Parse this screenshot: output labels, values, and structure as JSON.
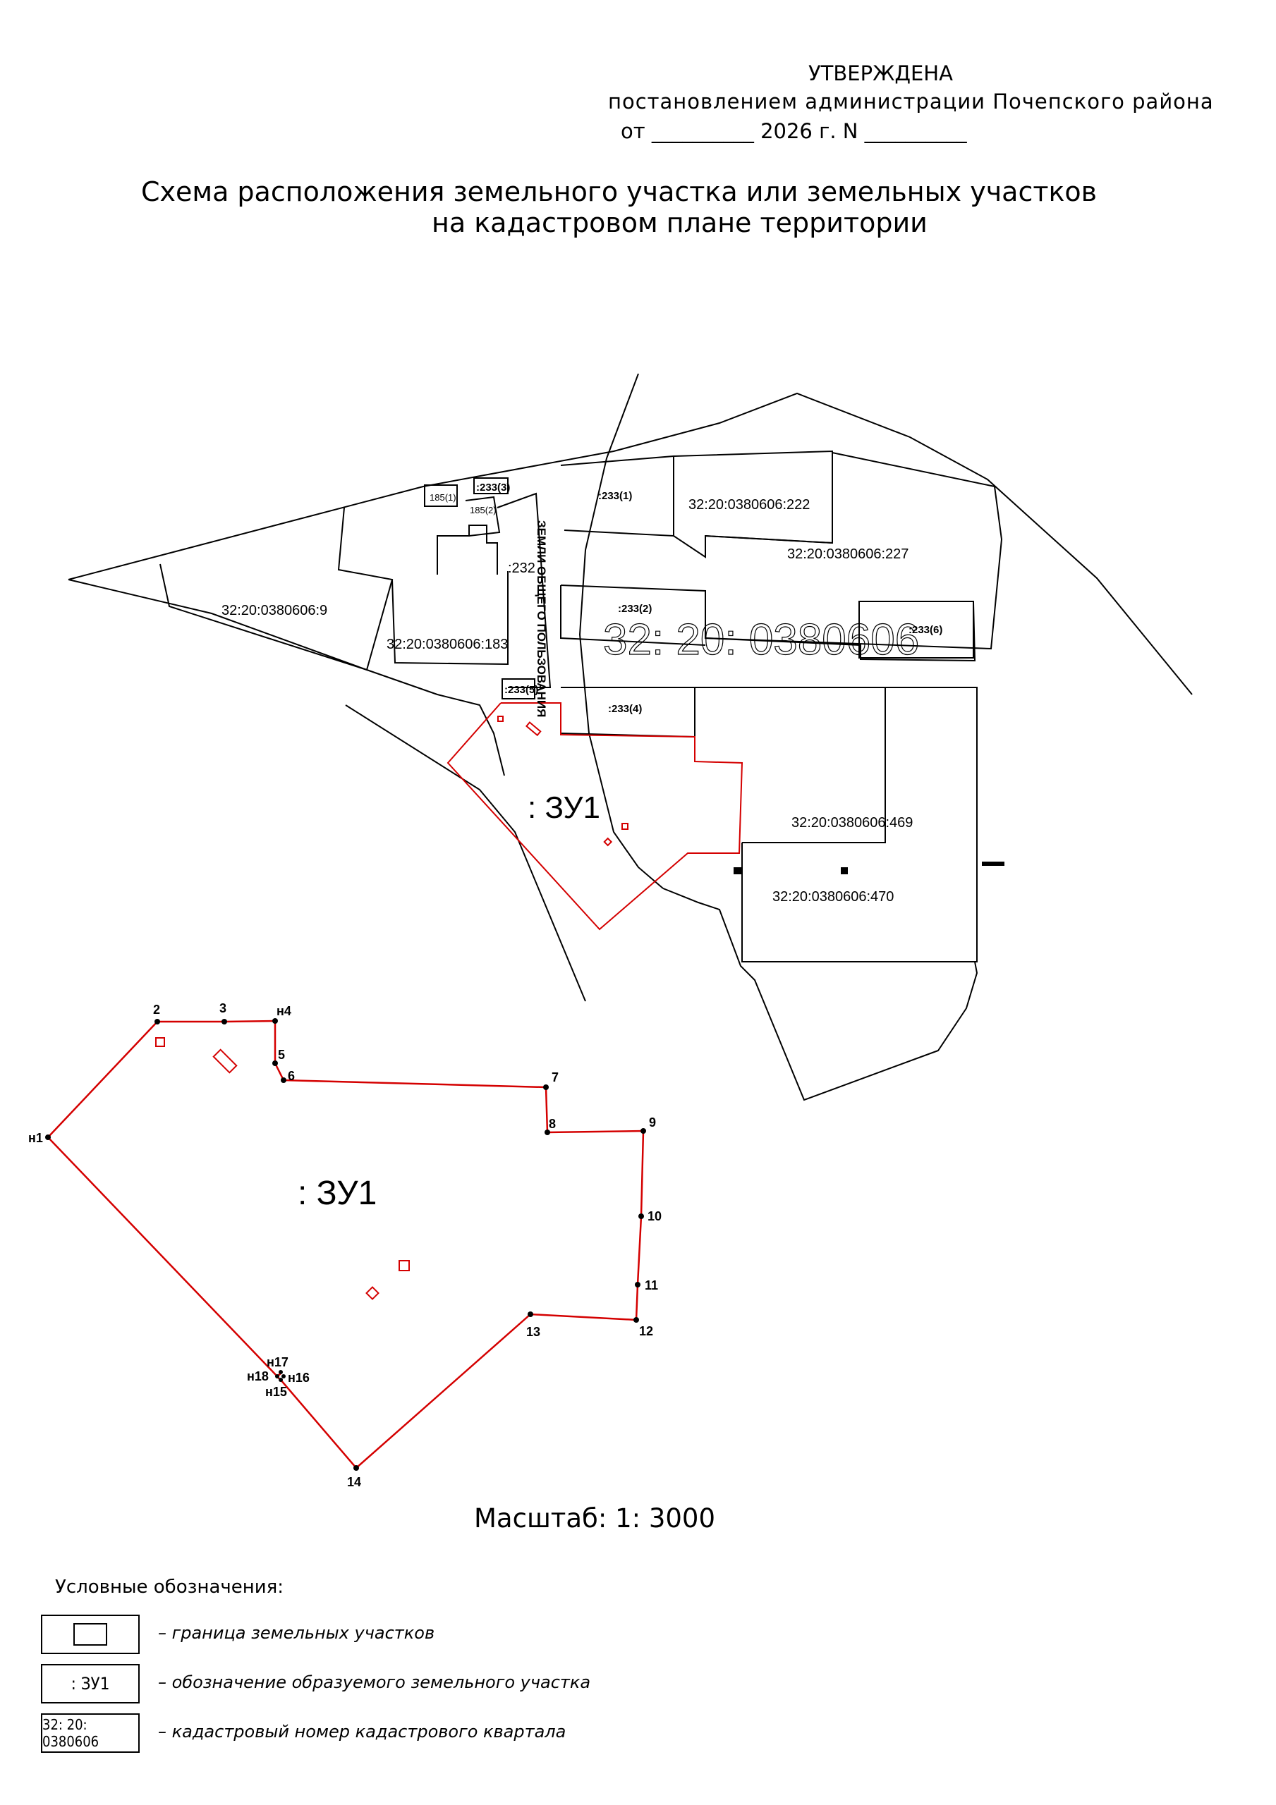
{
  "approval": {
    "line1": "УТВЕРЖДЕНА",
    "line2": "постановлением   администрации   Почепского района",
    "line3": "от __________ 2026 г. N __________"
  },
  "title": {
    "line1": "Схема расположения земельного участка или земельных участков",
    "line2": "на кадастровом плане территории"
  },
  "map": {
    "quarter": "32: 20: 0380606",
    "common_land": "ЗЕМЛИ ОБЩЕГО ПОЛЬЗОВАНИЯ",
    "parcel_label": ": ЗУ1",
    "parcels": {
      "p9": "32:20:0380606:9",
      "p183": "32:20:0380606:183",
      "p222": "32:20:0380606:222",
      "p227": "32:20:0380606:227",
      "p469": "32:20:0380606:469",
      "p470": "32:20:0380606:470",
      "p232": ":232",
      "p233_1": ":233(1)",
      "p233_2": ":233(2)",
      "p233_3": ":233(3)",
      "p233_4": ":233(4)",
      "p233_5": ":233(5)",
      "p233_6": ":233(6)",
      "p185_1": "185(1)",
      "p185_2": "185(2)"
    }
  },
  "detail": {
    "parcel_label": ": ЗУ1",
    "points": [
      "н1",
      "2",
      "3",
      "н4",
      "5",
      "6",
      "7",
      "8",
      "9",
      "10",
      "11",
      "12",
      "13",
      "14",
      "н15",
      "н16",
      "н17",
      "н18"
    ]
  },
  "scale": "Масштаб: 1: 3000",
  "legend": {
    "title": "Условные обозначения:",
    "items": [
      {
        "symbol": "",
        "text": "– граница земельных участков"
      },
      {
        "symbol": ": ЗУ1",
        "text": "– обозначение образуемого земельного участка"
      },
      {
        "symbol": "32: 20: 0380606",
        "text": "– кадастровый номер кадастрового квартала"
      }
    ]
  },
  "colors": {
    "boundary": "#000000",
    "new_parcel": "#d40000"
  }
}
